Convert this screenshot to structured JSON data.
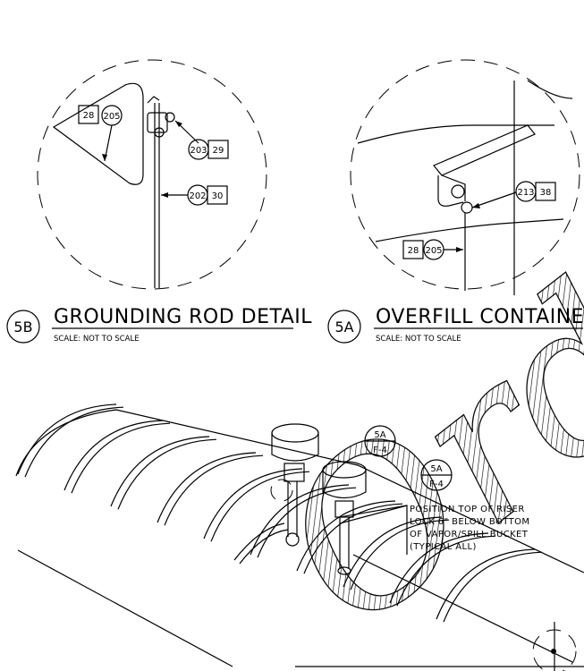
{
  "details": {
    "grounding_rod": {
      "marker": "5B",
      "title": "GROUNDING ROD DETAIL",
      "scale": "SCALE: NOT TO SCALE",
      "callouts": [
        {
          "box": "28",
          "circle": "205"
        },
        {
          "circle": "203",
          "box": "29"
        },
        {
          "circle": "202",
          "box": "30"
        }
      ]
    },
    "overfill_container": {
      "marker": "5A",
      "title": "OVERFILL CONTAINER",
      "scale": "SCALE: NOT TO SCALE",
      "callouts": [
        {
          "circle": "213",
          "box": "38"
        },
        {
          "box": "28",
          "circle": "205"
        }
      ]
    }
  },
  "plan_view": {
    "section_tags": [
      {
        "top": "5A",
        "bottom": "F-4"
      },
      {
        "top": "5A",
        "bottom": "F-4"
      }
    ],
    "note": [
      "POSITION TOP OF RISER",
      "LOCK 6\" BELOW BOTTOM",
      "OF VAPOR/SPILL BUCKET",
      "(TYPICAL ALL)"
    ]
  },
  "watermark": "Order D"
}
